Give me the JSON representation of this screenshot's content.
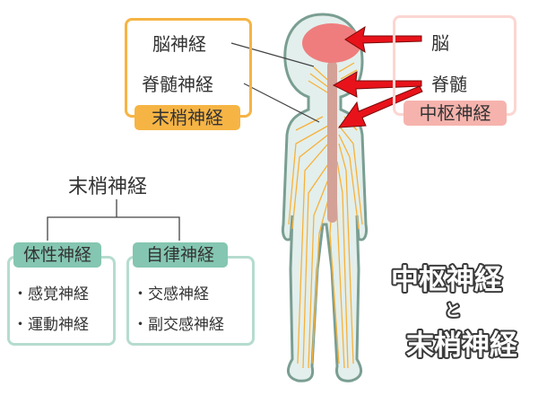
{
  "peripheral_box": {
    "label": "末梢神経",
    "items": [
      "脳神経",
      "脊髄神経"
    ]
  },
  "central_box": {
    "label": "中枢神経",
    "items": [
      "脳",
      "脊髄"
    ]
  },
  "tree": {
    "root": "末梢神経",
    "branches": [
      {
        "label": "体性神経",
        "items": [
          "・感覚神経",
          "・運動神経"
        ]
      },
      {
        "label": "自律神経",
        "items": [
          "・交感神経",
          "・副交感神経"
        ]
      }
    ]
  },
  "title": {
    "line1": "中枢神経",
    "line2": "と",
    "line3": "末梢神経"
  },
  "colors": {
    "orange": "#f6b444",
    "pink": "#f6b3ad",
    "teal": "#84c6b1",
    "arrow": "#e8131a",
    "brain": "#ef7d7d",
    "nerve": "#f7b13a"
  }
}
